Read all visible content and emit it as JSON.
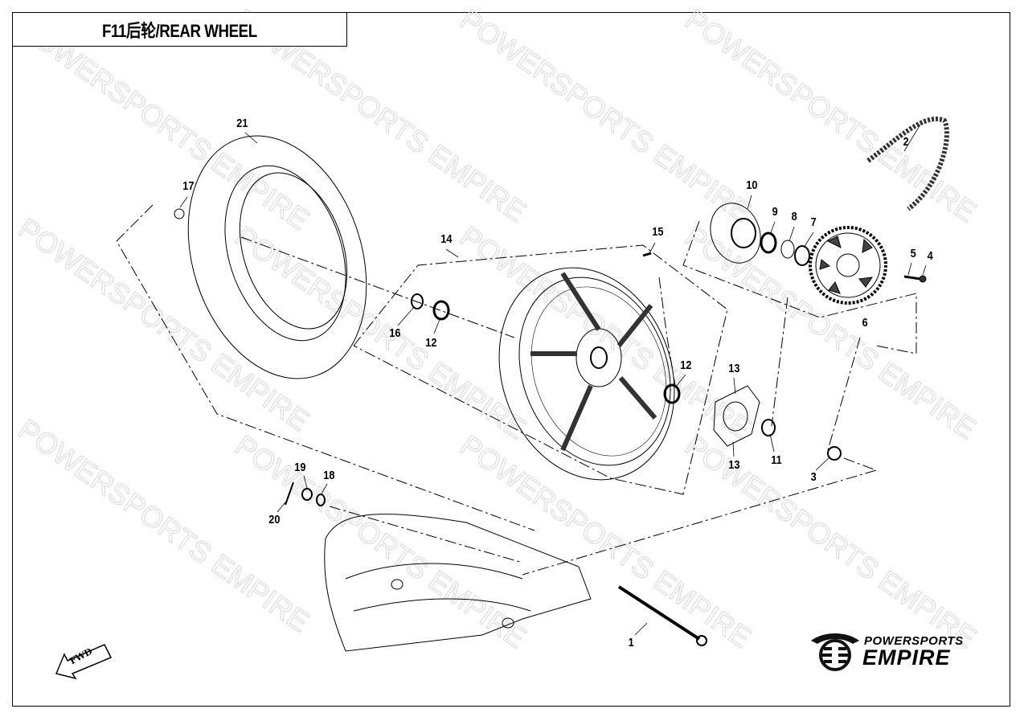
{
  "title": "F11后轮/REAR WHEEL",
  "watermark": "POWERSPORTS EMPIRE",
  "logo": {
    "line1": "POWERSPORTS",
    "line2": "EMPIRE"
  },
  "fwd_label": "FWD",
  "callouts": [
    "21",
    "17",
    "14",
    "16",
    "12",
    "15",
    "10",
    "9",
    "8",
    "7",
    "2",
    "5",
    "4",
    "6",
    "12",
    "13",
    "13",
    "11",
    "3",
    "19",
    "18",
    "20",
    "1"
  ]
}
